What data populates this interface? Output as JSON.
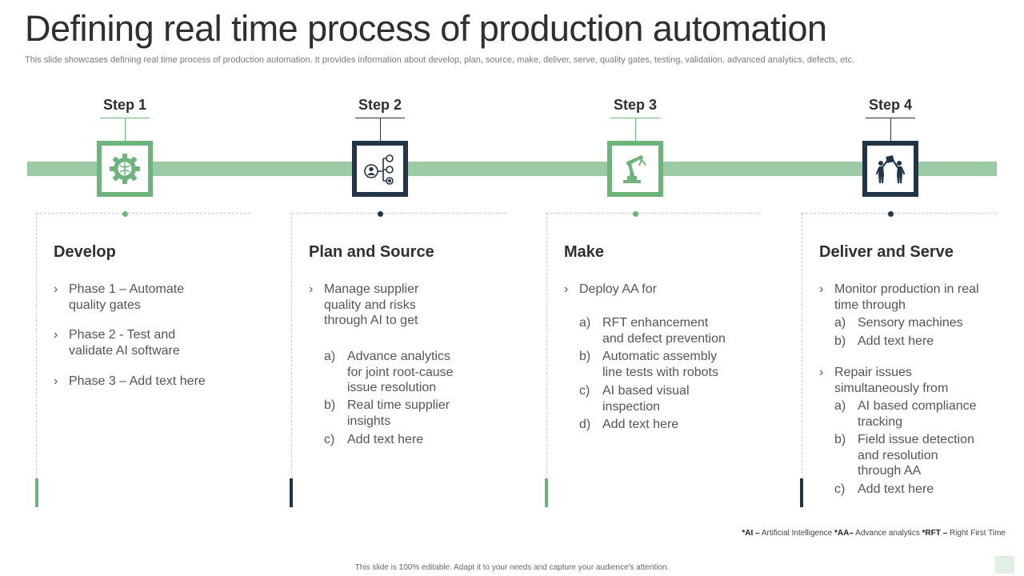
{
  "title": "Defining real time process of production automation",
  "subtitle": "This slide showcases defining real time process of production automation. It provides information about develop, plan, source, make, deliver, serve, quality gates, testing, validation, advanced analytics, defects, etc.",
  "colors": {
    "green": "#6db37c",
    "green_light": "#9ccaa4",
    "navy": "#223447"
  },
  "steps": [
    {
      "label": "Step 1",
      "icon": "gear-brain-icon"
    },
    {
      "label": "Step 2",
      "icon": "person-network-icon"
    },
    {
      "label": "Step 3",
      "icon": "robot-arm-icon"
    },
    {
      "label": "Step 4",
      "icon": "people-lifting-box-icon"
    }
  ],
  "cards": [
    {
      "title": "Develop",
      "bullets": [
        "Phase 1 – Automate",
        "quality gates",
        "Phase 2 - Test and",
        "validate AI software",
        "Phase 3 – Add text  here"
      ]
    },
    {
      "title": "Plan and Source",
      "bullets": [
        "Manage supplier",
        "quality and risks",
        "through  AI to get"
      ],
      "subs": [
        "Advance analytics",
        "for joint root-cause",
        "issue resolution",
        "Real time supplier",
        "insights",
        "Add text here"
      ]
    },
    {
      "title": "Make",
      "bullets": [
        "Deploy AA for"
      ],
      "subs": [
        "RFT enhancement",
        "and defect prevention",
        "Automatic assembly",
        "line tests with robots",
        "AI based visual",
        "inspection",
        "Add text here"
      ]
    },
    {
      "title": "Deliver and Serve",
      "bullets": [
        "Monitor production in real",
        "time through",
        "Repair issues",
        "simultaneously  from"
      ],
      "subs": [
        "Sensory machines",
        "Add text here",
        "AI based compliance",
        "tracking",
        "Field issue detection",
        "and resolution",
        "through  AA",
        "Add text here"
      ]
    }
  ],
  "markers": {
    "bullet": "›",
    "a": "a)",
    "b": "b)",
    "c": "c)",
    "d": "d)"
  },
  "footnote": {
    "ai_abbr": "*AI –",
    "ai_full": " Artificial Intelligence ",
    "aa_abbr": "*AA–",
    "aa_full": " Advance analytics ",
    "rft_abbr": "*RFT –",
    "rft_full": " Right First Time"
  },
  "footer": "This slide is 100% editable.  Adapt it to your needs and capture your audience's attention."
}
